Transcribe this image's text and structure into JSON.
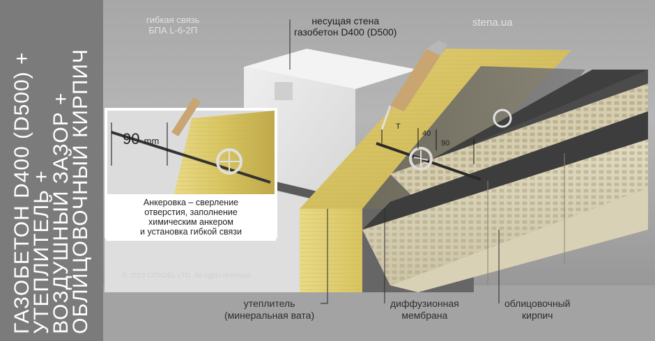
{
  "sidebar": {
    "lines": [
      "ГАЗОБЕТОН D400 (D500) +",
      "УТЕПЛИТЕЛЬ +",
      "ВОЗДУШНЫЙ ЗАЗОР +",
      "ОБЛИЦОВОЧНЫЙ КИРПИЧ"
    ]
  },
  "labels": {
    "flex_tie": [
      "гибкая связь",
      "БПА L-6-2П"
    ],
    "load_wall": [
      "несущая стена",
      "газобетон D400 (D500)"
    ],
    "site": "stena.ua",
    "insulation": [
      "утеплитель",
      "(минеральная вата)"
    ],
    "membrane": [
      "диффузионная",
      "мембрана"
    ],
    "facing_brick": [
      "облицовочный",
      "кирпич"
    ],
    "copyright": "© 2013 CITADEL LTD .All rights reserved"
  },
  "inset": {
    "dimension": "90",
    "unit": "mm",
    "caption": [
      "Анкеровка – сверление",
      "отверстия, заполнение",
      "химическим анкером",
      "и установка гибкой связи"
    ]
  },
  "dimensions": {
    "t_label": "T",
    "gap": "40",
    "depth": "90"
  },
  "colors": {
    "sidebar_bg": "#7b7b7b",
    "aerated_concrete": "#e8e8e8",
    "mineral_wool": "#d9c66a",
    "membrane": "#6a6a6a",
    "brick": "#d8d0b4",
    "mortar": "#4a4a4a"
  }
}
